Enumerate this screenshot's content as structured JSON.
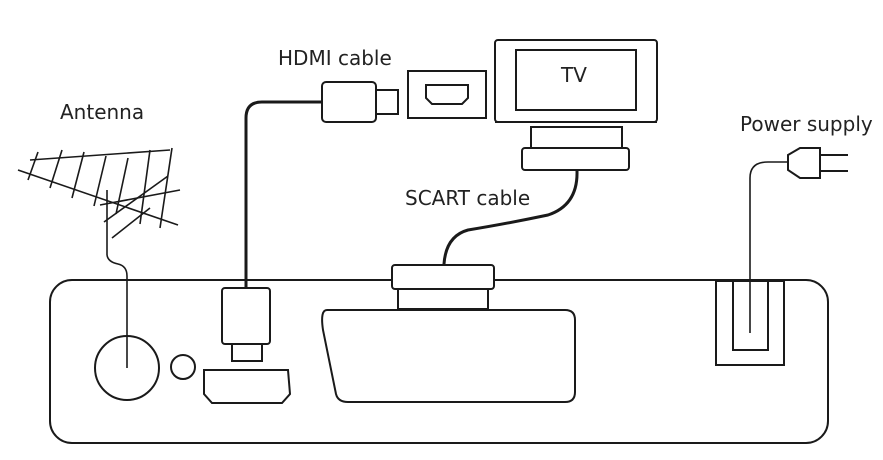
{
  "labels": {
    "antenna": "Antenna",
    "hdmi_cable": "HDMI cable",
    "tv": "TV",
    "scart_cable": "SCART cable",
    "power_supply": "Power supply"
  },
  "colors": {
    "line": "#1a1a1a",
    "background": "#ffffff",
    "text": "#222222"
  }
}
